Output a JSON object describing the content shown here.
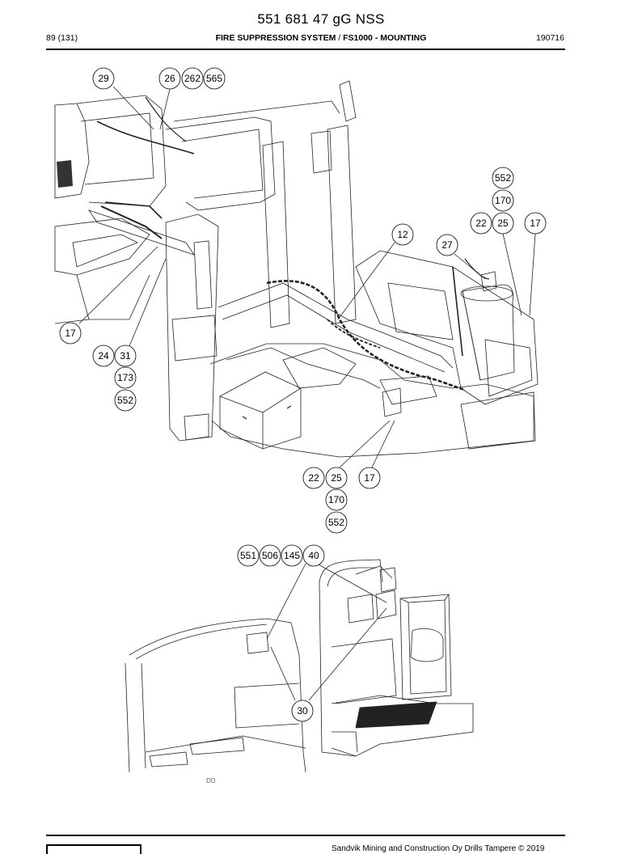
{
  "header": {
    "doc_number": "551 681 47 gG NSS",
    "page": "89 (131)",
    "section": "FIRE SUPPRESSION SYSTEM",
    "separator": "/",
    "subsection": "FS1000 - MOUNTING",
    "date": "190716"
  },
  "drawing": {
    "code": "DD",
    "callouts": [
      "29",
      "26",
      "262",
      "565",
      "552",
      "170",
      "22",
      "25",
      "17",
      "12",
      "27",
      "17",
      "24",
      "31",
      "173",
      "552",
      "22",
      "25",
      "17",
      "170",
      "552",
      "551",
      "506",
      "145",
      "40",
      "30"
    ]
  },
  "footer": {
    "copyright": "Sandvik Mining and Construction Oy Drills Tampere © 2019"
  }
}
